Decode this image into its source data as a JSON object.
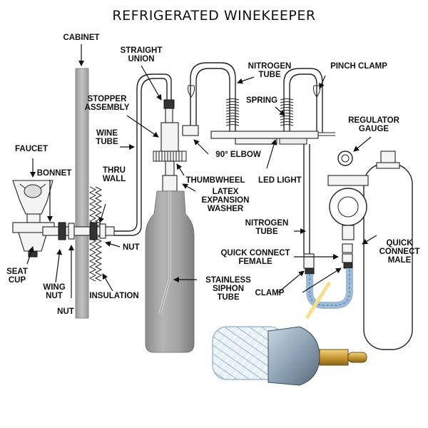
{
  "title": "REFRIGERATED WINEKEEPER",
  "labels": {
    "cabinet": [
      "CABINET"
    ],
    "straight_union": [
      "STRAIGHT",
      "UNION"
    ],
    "nitrogen_tube_top": [
      "NITROGEN",
      "TUBE"
    ],
    "pinch_clamp": [
      "PINCH CLAMP"
    ],
    "stopper_assembly": [
      "STOPPER",
      "ASSEMBLY"
    ],
    "spring": [
      "SPRING"
    ],
    "regulator_gauge": [
      "REGULATOR",
      "GAUGE"
    ],
    "wine_tube": [
      "WINE",
      "TUBE"
    ],
    "faucet": [
      "FAUCET"
    ],
    "bonnet": [
      "BONNET"
    ],
    "elbow": [
      "90° ELBOW"
    ],
    "thru_wall": [
      "THRU",
      "WALL"
    ],
    "thumbwheel": [
      "THUMBWHEEL"
    ],
    "led_light": [
      "LED LIGHT"
    ],
    "latex_washer": [
      "LATEX",
      "EXPANSION",
      "WASHER"
    ],
    "nitrogen_tube_mid": [
      "NITROGEN",
      "TUBE"
    ],
    "quick_connect_male": [
      "QUICK",
      "CONNECT",
      "MALE"
    ],
    "nut_right": [
      "NUT"
    ],
    "quick_connect_female": [
      "QUICK CONNECT",
      "FEMALE"
    ],
    "seat_cup": [
      "SEAT",
      "CUP"
    ],
    "siphon_tube": [
      "STAINLESS",
      "SIPHON",
      "TUBE"
    ],
    "wing_nut": [
      "WING",
      "NUT"
    ],
    "insulation": [
      "INSULATION"
    ],
    "clamp": [
      "CLAMP"
    ],
    "nut_bottom": [
      "NUT"
    ]
  }
}
